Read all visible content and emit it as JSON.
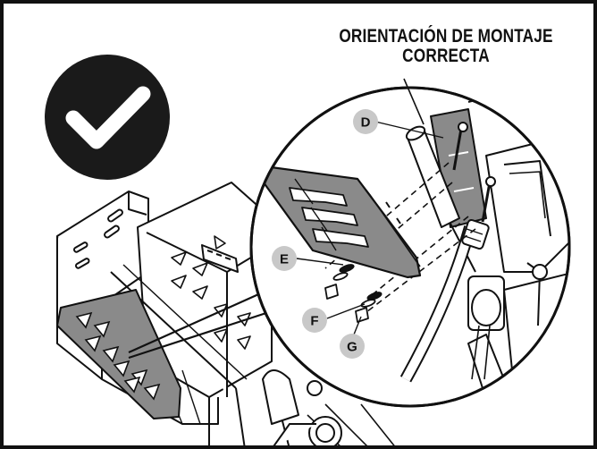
{
  "heading": {
    "line1": "ORIENTACIÓN DE MONTAJE",
    "line2": "CORRECTA"
  },
  "callouts": {
    "D": "D",
    "E": "E",
    "F": "F",
    "G": "G"
  },
  "icons": {
    "status": "checkmark-icon"
  },
  "colors": {
    "badge": "#1a1a1a",
    "callout_circle": "#c8c8c8",
    "plate": "#8a8a8a",
    "outline": "#111111"
  }
}
